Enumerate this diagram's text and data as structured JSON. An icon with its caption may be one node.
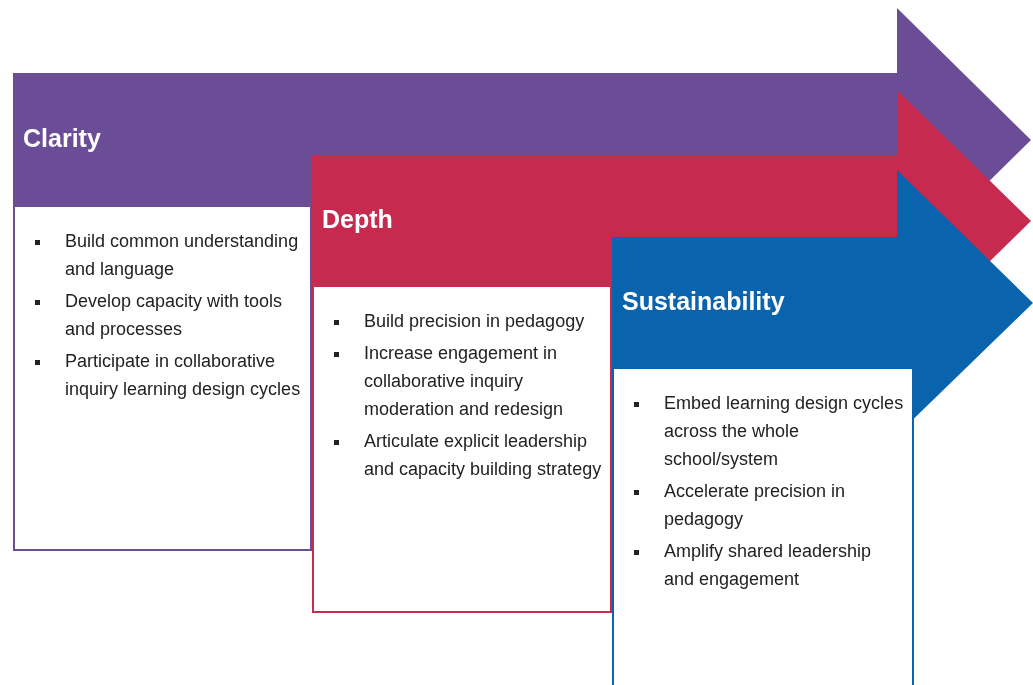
{
  "diagram": {
    "nodes": [
      {
        "text": [
          "Clarity"
        ]
      },
      {
        "text": [
          "Build common understanding and language",
          "Develop capacity with tools and processes",
          "Participate in collaborative inquiry learning design cycles"
        ]
      },
      {
        "text": [
          "Depth"
        ]
      },
      {
        "text": [
          "Build precision in pedagogy",
          "Increase engagement in collaborative inquiry moderation and redesign",
          "Articulate explicit leadership and capacity building strategy"
        ]
      },
      {
        "text": [
          "Sustainability"
        ]
      },
      {
        "text": [
          "Embed learning design cycles across the whole school/system",
          "Accelerate precision in pedagogy",
          "Amplify shared leadership and engagement"
        ]
      }
    ]
  }
}
